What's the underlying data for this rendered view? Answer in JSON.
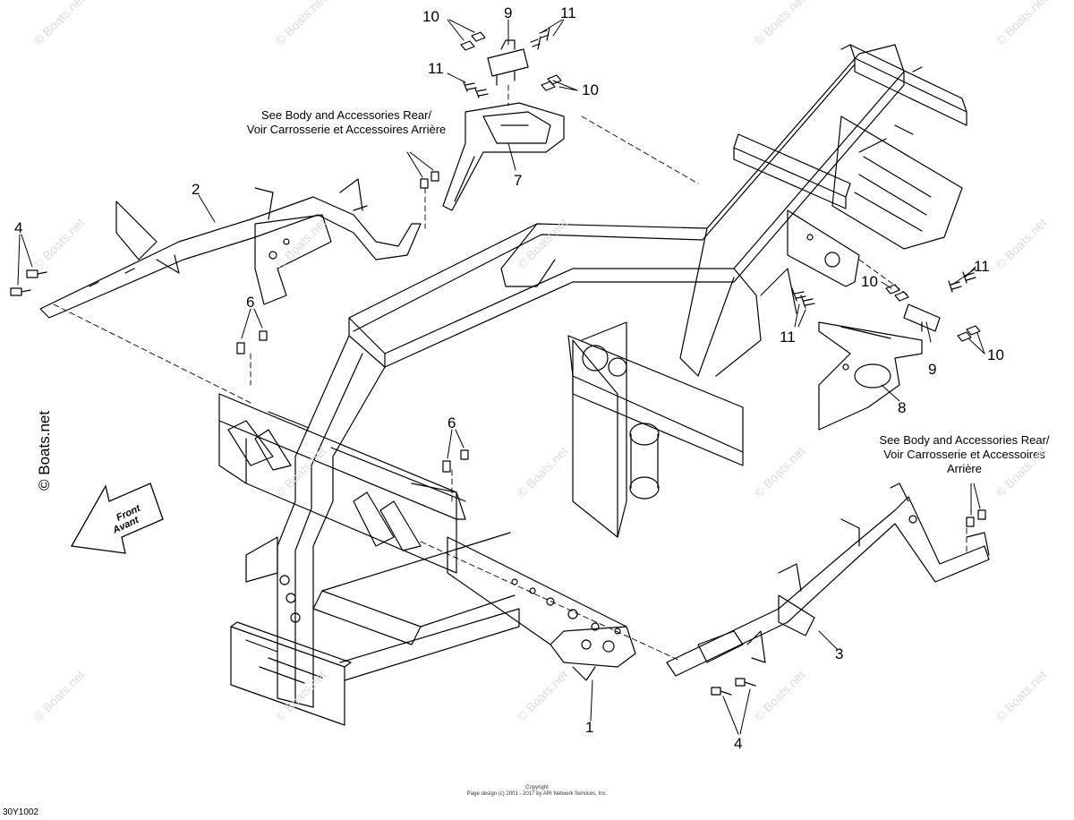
{
  "callouts": {
    "c1": "1",
    "c2": "2",
    "c3": "3",
    "c4a": "4",
    "c4b": "4",
    "c6a": "6",
    "c6b": "6",
    "c7": "7",
    "c8": "8",
    "c9a": "9",
    "c9b": "9",
    "c10a": "10",
    "c10b": "10",
    "c10c": "10",
    "c10d": "10",
    "c11a": "11",
    "c11b": "11",
    "c11c": "11",
    "c11d": "11"
  },
  "notes": {
    "rear_left_line1": "See Body and Accessories Rear/",
    "rear_left_line2": "Voir Carrosserie et Accessoires Arrière",
    "rear_right_line1": "See Body and Accessories Rear/",
    "rear_right_line2": "Voir Carrosserie et Accessoires",
    "rear_right_line3": "Arrière"
  },
  "front_arrow": {
    "line1": "Front",
    "line2": "Avant"
  },
  "watermark": {
    "main": "© Boats.net",
    "faint": "© Boats.net"
  },
  "copyright": {
    "line1": "Copyright",
    "line2": "Page design (c) 2001 - 2017 by ARI Network Services, Inc."
  },
  "diagram_code": "30Y1002",
  "colors": {
    "line": "#000000",
    "watermark": "#dcdcdc",
    "background": "#ffffff"
  }
}
